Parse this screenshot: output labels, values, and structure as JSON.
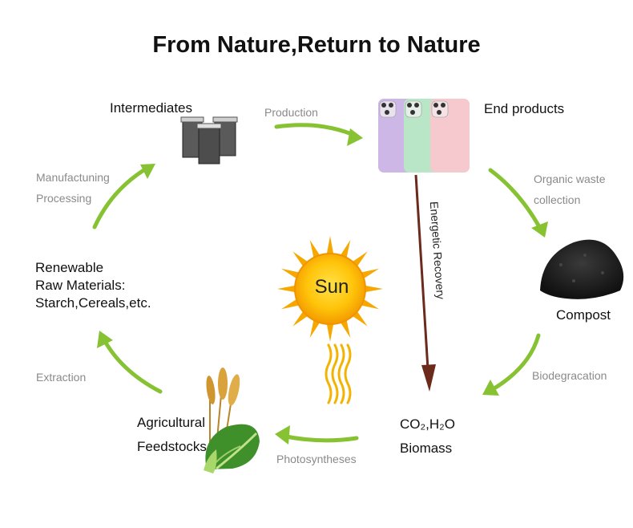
{
  "title": "From Nature,Return to Nature",
  "nodes": {
    "intermediates": "Intermediates",
    "end_products": "End products",
    "compost": "Compost",
    "co2_h2o": "CO₂,H₂O",
    "biomass": "Biomass",
    "agri_line1": "Agricultural",
    "agri_line2": "Feedstocks",
    "renewable_line1": "Renewable",
    "renewable_line2": "Raw Materials:",
    "renewable_line3": "Starch,Cereals,etc."
  },
  "steps": {
    "production": "Production",
    "organic_line1": "Organic waste",
    "organic_line2": "collection",
    "biodegradation": "Biodegracation",
    "photosynthesis": "Photosyntheses",
    "extraction": "Extraction",
    "manufacturing_line1": "Manufactuning",
    "manufacturing_line2": "Processing",
    "energetic_recovery": "Energetic Recovery"
  },
  "sun_label": "Sun",
  "colors": {
    "arrow_green": "#86c232",
    "arrow_brown": "#6b2a1c",
    "sun_orange": "#f6a800",
    "sun_yellow": "#ffd21f",
    "phone_purple": "#cdb7e6",
    "phone_green": "#b9e6c6",
    "phone_pink": "#f6c9cf",
    "bin_gray": "#555555",
    "compost_dark": "#1b1b1b",
    "wheat_gold": "#d9a23a",
    "leaf_green": "#3f8f2a"
  },
  "icons": [
    "container-bins-icon",
    "phone-cases-icon",
    "compost-pile-icon",
    "sun-icon",
    "sun-rays-icon",
    "wheat-and-leaves-icon"
  ]
}
